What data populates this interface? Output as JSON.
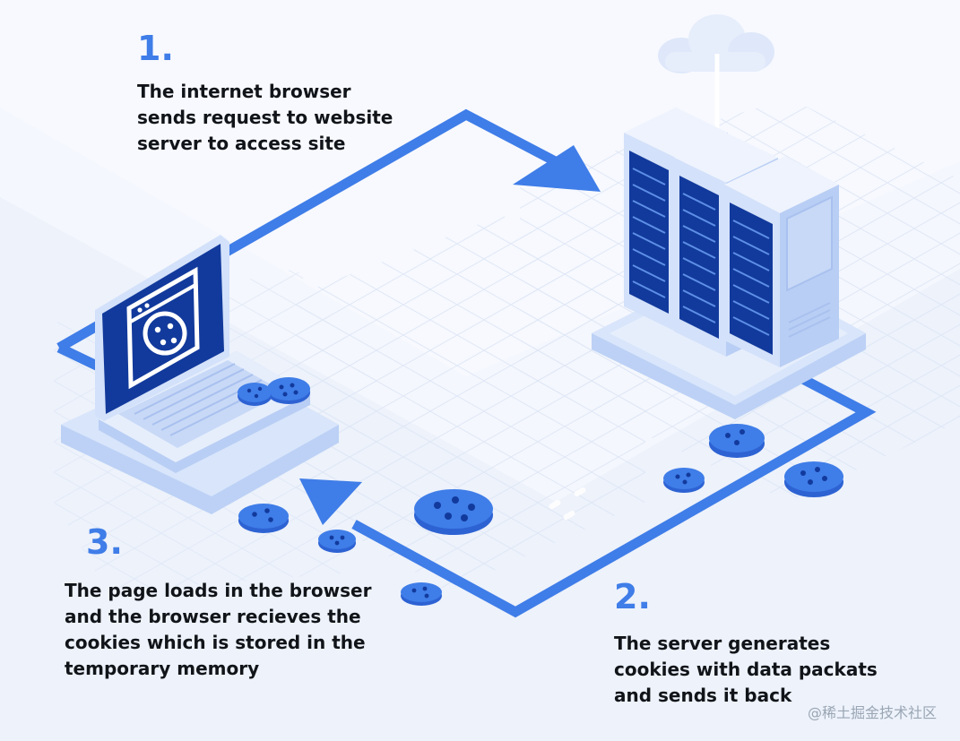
{
  "steps": [
    {
      "number": "1.",
      "lines": [
        "The internet browser",
        "sends request to website",
        "server to access site"
      ]
    },
    {
      "number": "2.",
      "lines": [
        "The server generates",
        "cookies with data packats",
        "and sends it back"
      ]
    },
    {
      "number": "3.",
      "lines": [
        "The page loads in the browser",
        "and the browser recieves the",
        "cookies which is stored in the",
        "temporary memory"
      ]
    }
  ],
  "watermark": "@稀土掘金技术社区",
  "colors": {
    "background": "#f4f7fd",
    "accent": "#3f7de8",
    "dark_blue": "#123a9c",
    "platform": "#c9daf8",
    "text": "#111418"
  },
  "icons": [
    "cloud-icon",
    "server-rack-icon",
    "laptop-icon",
    "cookie-icon",
    "browser-cookie-icon"
  ]
}
